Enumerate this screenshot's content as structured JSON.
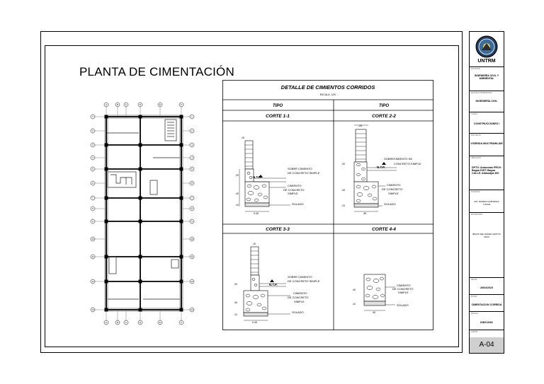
{
  "main_title": "PLANTA DE CIMENTACIÓN",
  "plan": {
    "axis_letters": [
      "A",
      "B",
      "C",
      "D",
      "E",
      "F"
    ],
    "axis_numbers": [
      "1",
      "2",
      "3",
      "4",
      "5",
      "6",
      "7",
      "8",
      "9",
      "10",
      "11",
      "12",
      "13"
    ]
  },
  "detail": {
    "title": "DETALLE DE CIMIENTOS CORRIDOS",
    "scale": "ESCALA: 1/20",
    "tipo_left": "TIPO",
    "tipo_right": "TIPO",
    "cuts": [
      "CORTE 1-1",
      "CORTE 2-2",
      "CORTE 3-3",
      "CORTE 4-4"
    ],
    "labels": {
      "sobrecimiento_1": "SOBRE CIMIENTO",
      "sobrecimiento_2": "DE CONCRETO SIMPLE",
      "sobrecimiento_alt_1": "SOBRECIMIENTO DE",
      "sobrecimiento_alt_2": "CONCRETO SIMPLE",
      "cimiento_1": "CIMIENTO",
      "cimiento_2": "DE CONCRETO",
      "cimiento_3": "SIMPLE",
      "solado": "SOLADO",
      "ntp": "N.T.P.",
      "dim_top": ".15",
      "dim_top_wide": ".25",
      "dim_width": "0.45",
      "dim_width_short": ".45",
      "dim_h1": ".20",
      "dim_h2": ".40",
      "dim_h3": ".10"
    }
  },
  "title_block": {
    "university": "UNTRM",
    "cells": [
      {
        "label": "FACULTAD",
        "value": "INGENIERÍA CIVIL Y AMBIENTAL"
      },
      {
        "label": "ESCUELA PROFESIONAL",
        "value": "INGENIERÍA CIVIL"
      },
      {
        "label": "CURSO",
        "value": "CONSTRUCCIONES I"
      },
      {
        "label": "PROYECTO",
        "value": "VIVIENDA MULTIFAMILIAR"
      },
      {
        "label": "UBICACIÓN",
        "value": "DPTO: Amazonas PROV: Bagua DIST: Bagua CALLE: Atahualpa 300"
      },
      {
        "label": "DOCENTE",
        "value": "ING. MORENO ALBORNOZ YUNIOR"
      },
      {
        "label": "ESTUDIANTE",
        "value": "BRAVO DEL RAFAEL SANTOS CRUZ"
      },
      {
        "label": "FECHA",
        "value": "28/04/2023"
      },
      {
        "label": "PLANO",
        "value": "CIMENTACION CORRIDA"
      },
      {
        "label": "ESCALA",
        "value": "INDICADA"
      }
    ],
    "sheet_label": "LÁMINA",
    "sheet": "A-04"
  }
}
